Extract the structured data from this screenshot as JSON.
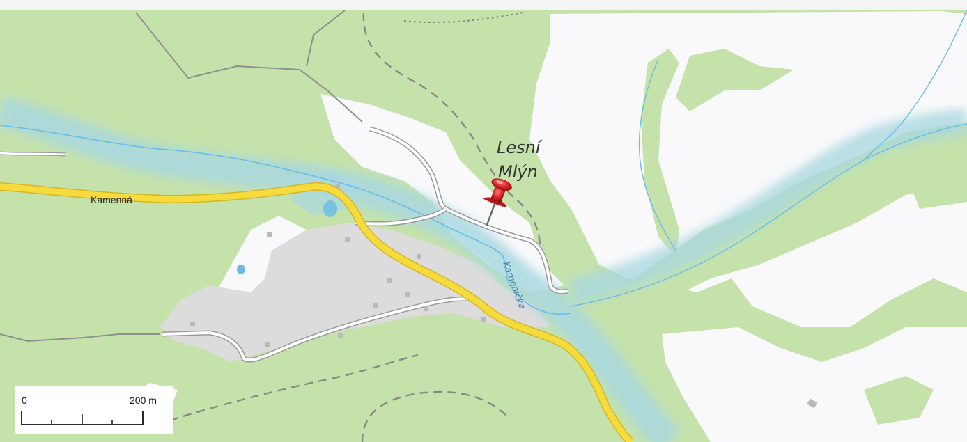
{
  "map": {
    "place_label": "Lesní Mlýn",
    "place_label_line1": "Lesní",
    "place_label_line2": "Mlýn",
    "road_label": "Kamenná",
    "river_label": "Kamenička",
    "marker_icon": "red-pushpin-icon"
  },
  "scale_bar": {
    "start_label": "0",
    "end_label": "200 m"
  },
  "colors": {
    "forest": "#c5e2ab",
    "open_land": "#f9f9fb",
    "built_up": "#dcdcdc",
    "road_major": "#f5dc3c",
    "water_band": "#a9d8df",
    "stream": "#68bde8",
    "marker": "#d8262a"
  }
}
